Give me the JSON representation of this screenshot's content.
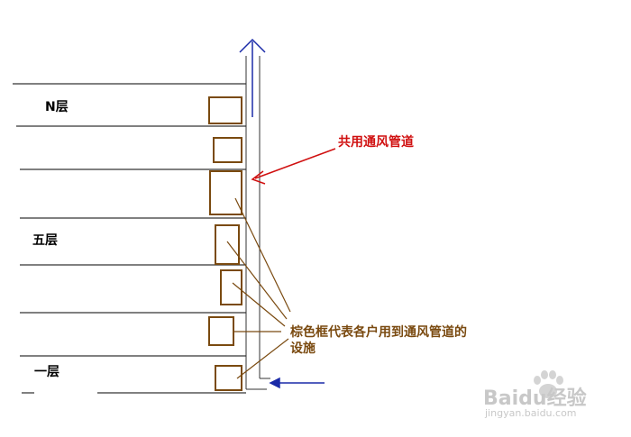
{
  "floors": {
    "top": "N层",
    "fifth": "五层",
    "first": "一层"
  },
  "annotations": {
    "shared_duct": "共用通风管道",
    "facility_line1": "棕色框代表各户用到通风管道的",
    "facility_line2": "设施"
  },
  "watermark": {
    "brand": "Baidu经验",
    "url": "jingyan.baidu.com"
  },
  "colors": {
    "duct_outline": "#333333",
    "airflow_arrow": "#1a2aa8",
    "shared_duct_callout": "#d01010",
    "facility_box": "#7a4a10",
    "floor_line": "#000000"
  },
  "icons": {
    "airflow_up": "arrow-up-icon",
    "airflow_in": "arrow-left-icon",
    "watermark_logo": "paw-icon"
  }
}
